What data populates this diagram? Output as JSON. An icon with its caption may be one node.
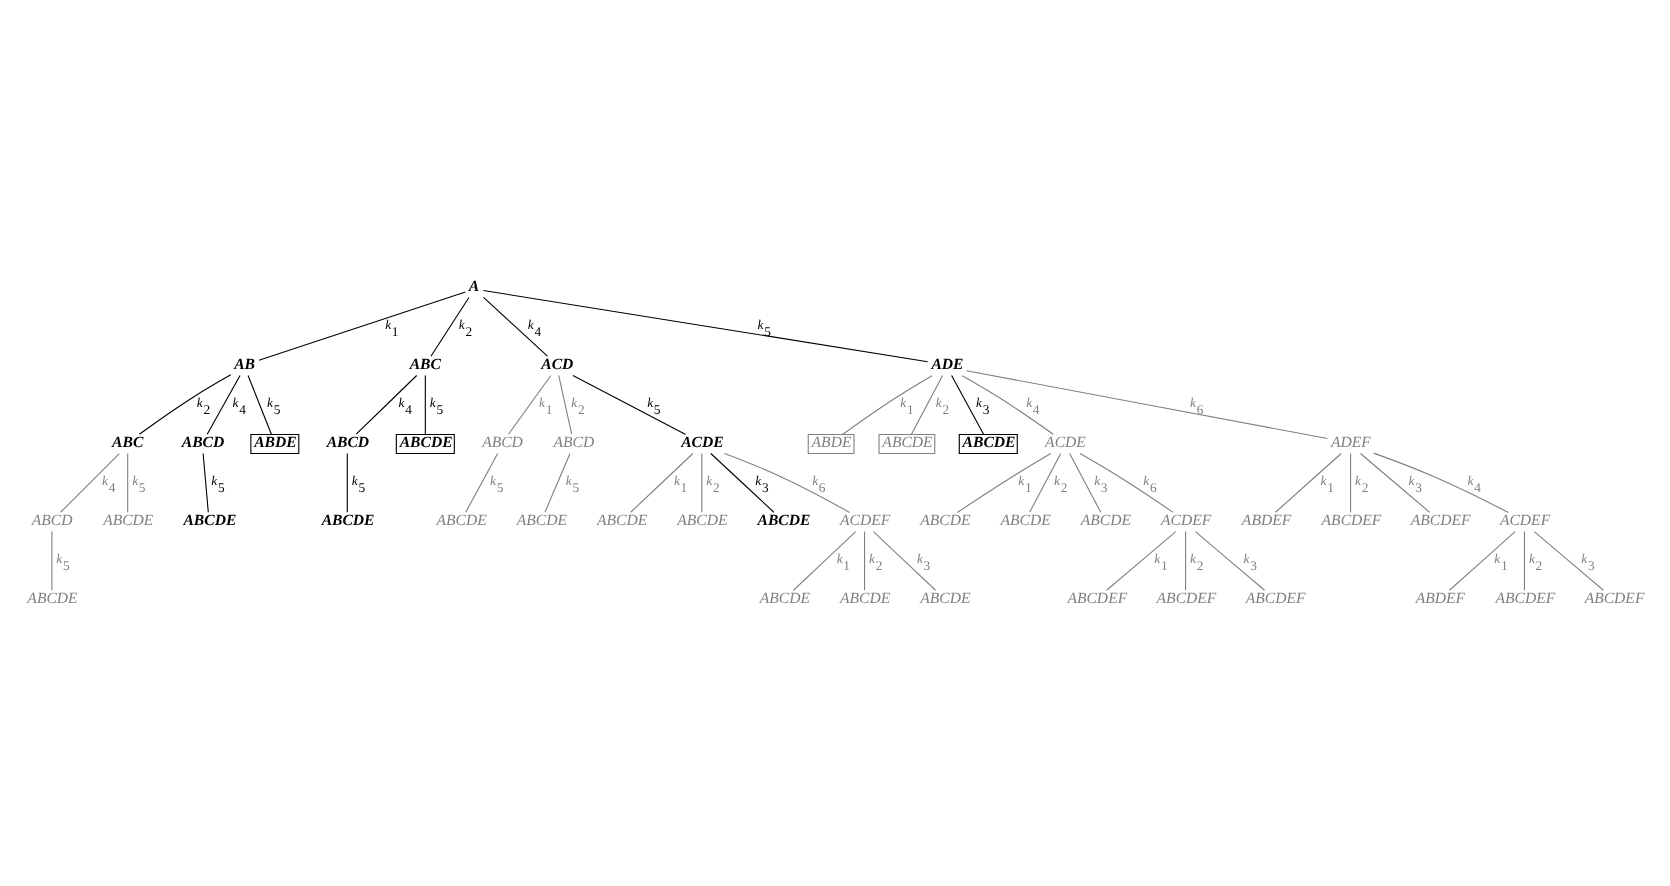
{
  "diagram": {
    "nodes": [
      {
        "text": [
          "A"
        ]
      },
      {
        "text": [
          "AB"
        ]
      },
      {
        "text": [
          "ABC"
        ]
      },
      {
        "text": [
          "ACD"
        ]
      },
      {
        "text": [
          "ADE"
        ]
      },
      {
        "text": [
          "ABC"
        ]
      },
      {
        "text": [
          "ABCD"
        ]
      },
      {
        "text": [
          "ABDE"
        ]
      },
      {
        "text": [
          "ABCD"
        ]
      },
      {
        "text": [
          "ABCDE"
        ]
      },
      {
        "text": [
          "ABCDE"
        ]
      },
      {
        "text": [
          "ABCDE"
        ]
      },
      {
        "text": [
          "ABCD"
        ]
      },
      {
        "text": [
          "ABCDE"
        ]
      },
      {
        "text": [
          "ABCDE"
        ]
      },
      {
        "text": [
          "ABCD"
        ]
      },
      {
        "text": [
          "ABCD"
        ]
      },
      {
        "text": [
          "ACDE"
        ]
      },
      {
        "text": [
          "ABCDE"
        ]
      },
      {
        "text": [
          "ABCDE"
        ]
      },
      {
        "text": [
          "ABCDE"
        ]
      },
      {
        "text": [
          "ABCDE"
        ]
      },
      {
        "text": [
          "ABCDE"
        ]
      },
      {
        "text": [
          "ACDEF"
        ]
      },
      {
        "text": [
          "ABCDE"
        ]
      },
      {
        "text": [
          "ABCDE"
        ]
      },
      {
        "text": [
          "ABCDE"
        ]
      },
      {
        "text": [
          "ABDE"
        ]
      },
      {
        "text": [
          "ABCDE"
        ]
      },
      {
        "text": [
          "ABCDE"
        ]
      },
      {
        "text": [
          "ACDE"
        ]
      },
      {
        "text": [
          "ADEF"
        ]
      },
      {
        "text": [
          "ABCDE"
        ]
      },
      {
        "text": [
          "ABCDE"
        ]
      },
      {
        "text": [
          "ABCDE"
        ]
      },
      {
        "text": [
          "ACDEF"
        ]
      },
      {
        "text": [
          "ABCDEF"
        ]
      },
      {
        "text": [
          "ABCDEF"
        ]
      },
      {
        "text": [
          "ABCDEF"
        ]
      },
      {
        "text": [
          "ABDEF"
        ]
      },
      {
        "text": [
          "ABCDEF"
        ]
      },
      {
        "text": [
          "ABCDEF"
        ]
      },
      {
        "text": [
          "ACDEF"
        ]
      },
      {
        "text": [
          "ABDEF"
        ]
      },
      {
        "text": [
          "ABCDEF"
        ]
      },
      {
        "text": [
          "ABCDEF"
        ]
      }
    ],
    "edges": [
      {
        "from": 0,
        "to": 1,
        "arrow": "none",
        "label": "k$_{1}$",
        "color": "#000000"
      },
      {
        "from": 0,
        "to": 2,
        "arrow": "none",
        "label": "k$_{2}$",
        "color": "#000000"
      },
      {
        "from": 0,
        "to": 3,
        "arrow": "none",
        "label": "k$_{4}$",
        "color": "#000000"
      },
      {
        "from": 0,
        "to": 4,
        "arrow": "none",
        "label": "k$_{5}$",
        "color": "#000000"
      },
      {
        "from": 1,
        "to": 5,
        "arrow": "none",
        "label": "k$_{2}$",
        "color": "#000000"
      },
      {
        "from": 1,
        "to": 6,
        "arrow": "none",
        "label": "k$_{4}$",
        "color": "#000000"
      },
      {
        "from": 1,
        "to": 7,
        "arrow": "none",
        "label": "k$_{5}$",
        "color": "#000000"
      },
      {
        "from": 2,
        "to": 12,
        "arrow": "none",
        "label": "k$_{4}$",
        "color": "#000000"
      },
      {
        "from": 2,
        "to": 13,
        "arrow": "none",
        "label": "k$_{5}$",
        "color": "#000000"
      },
      {
        "from": 3,
        "to": 15,
        "arrow": "none",
        "label": "k$_{1}$"
      },
      {
        "from": 3,
        "to": 16,
        "arrow": "none",
        "label": "k$_{2}$"
      },
      {
        "from": 3,
        "to": 17,
        "arrow": "none",
        "label": "k$_{5}$",
        "color": "#000000"
      },
      {
        "from": 4,
        "to": 27,
        "arrow": "none",
        "label": "k$_{1}$"
      },
      {
        "from": 4,
        "to": 28,
        "arrow": "none",
        "label": "k$_{2}$"
      },
      {
        "from": 4,
        "to": 29,
        "arrow": "none",
        "label": "k$_{3}$",
        "color": "#000000"
      },
      {
        "from": 4,
        "to": 30,
        "arrow": "none",
        "label": "k$_{4}$"
      },
      {
        "from": 4,
        "to": 31,
        "arrow": "none",
        "label": "k$_{6}$"
      },
      {
        "from": 5,
        "to": 8,
        "arrow": "none",
        "label": "k$_{4}$"
      },
      {
        "from": 5,
        "to": 9,
        "arrow": "none",
        "label": "k$_{5}$"
      },
      {
        "from": 6,
        "to": 11,
        "arrow": "none",
        "label": "k$_{5}$",
        "color": "#000000"
      },
      {
        "from": 8,
        "to": 10,
        "arrow": "none",
        "label": "k$_{5}$"
      },
      {
        "from": 12,
        "to": 14,
        "arrow": "none",
        "label": "k$_{5}$",
        "color": "#000000"
      },
      {
        "from": 15,
        "to": 18,
        "arrow": "none",
        "label": "k$_{5}$"
      },
      {
        "from": 16,
        "to": 19,
        "arrow": "none",
        "label": "k$_{5}$"
      },
      {
        "from": 17,
        "to": 20,
        "arrow": "none",
        "label": "k$_{1}$"
      },
      {
        "from": 17,
        "to": 21,
        "arrow": "none",
        "label": "k$_{2}$"
      },
      {
        "from": 17,
        "to": 22,
        "arrow": "none",
        "label": "k$_{3}$",
        "color": "#000000"
      },
      {
        "from": 17,
        "to": 23,
        "arrow": "none",
        "label": "k$_{6}$"
      },
      {
        "from": 23,
        "to": 24,
        "arrow": "none",
        "label": "k$_{1}$"
      },
      {
        "from": 23,
        "to": 25,
        "arrow": "none",
        "label": "k$_{2}$"
      },
      {
        "from": 23,
        "to": 26,
        "arrow": "none",
        "label": "k$_{3}$"
      },
      {
        "from": 30,
        "to": 32,
        "arrow": "none",
        "label": "k$_{1}$"
      },
      {
        "from": 30,
        "to": 33,
        "arrow": "none",
        "label": "k$_{2}$"
      },
      {
        "from": 30,
        "to": 34,
        "arrow": "none",
        "label": "k$_{3}$"
      },
      {
        "from": 30,
        "to": 35,
        "arrow": "none",
        "label": "k$_{6}$"
      },
      {
        "from": 31,
        "to": 39,
        "arrow": "none",
        "label": "k$_{1}$"
      },
      {
        "from": 31,
        "to": 40,
        "arrow": "none",
        "label": "k$_{2}$"
      },
      {
        "from": 31,
        "to": 41,
        "arrow": "none",
        "label": "k$_{3}$"
      },
      {
        "from": 31,
        "to": 42,
        "arrow": "none",
        "label": "k$_{4}$"
      },
      {
        "from": 35,
        "to": 36,
        "arrow": "none",
        "label": "k$_{1}$"
      },
      {
        "from": 35,
        "to": 37,
        "arrow": "none",
        "label": "k$_{2}$"
      },
      {
        "from": 35,
        "to": 38,
        "arrow": "none",
        "label": "k$_{3}$"
      },
      {
        "from": 42,
        "to": 43,
        "arrow": "none",
        "label": "k$_{1}$"
      },
      {
        "from": 42,
        "to": 44,
        "arrow": "none",
        "label": "k$_{2}$"
      },
      {
        "from": 42,
        "to": 45,
        "arrow": "none",
        "label": "k$_{3}$"
      }
    ]
  }
}
